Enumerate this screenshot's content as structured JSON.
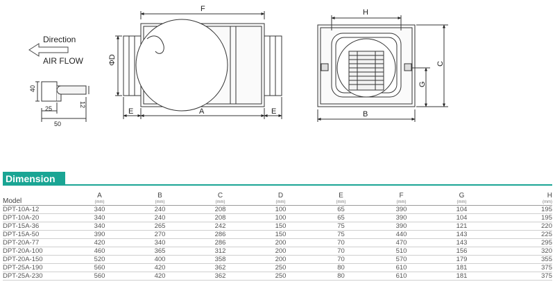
{
  "drawing": {
    "direction_label": "Direction",
    "airflow_label": "AIR FLOW",
    "dims": {
      "F": "F",
      "A": "A",
      "E": "E",
      "D": "ΦD",
      "H": "H",
      "B": "B",
      "C": "C",
      "G": "G",
      "d40": "40",
      "d25": "25",
      "d50": "50",
      "d12": "12"
    }
  },
  "section": {
    "title": "Dimension"
  },
  "table": {
    "model_label": "Model",
    "unit": "(mm)",
    "columns": [
      "A",
      "B",
      "C",
      "D",
      "E",
      "F",
      "G",
      "H"
    ],
    "rows": [
      [
        "DPT-10A-12",
        "340",
        "240",
        "208",
        "100",
        "65",
        "390",
        "104",
        "195"
      ],
      [
        "DPT-10A-20",
        "340",
        "240",
        "208",
        "100",
        "65",
        "390",
        "104",
        "195"
      ],
      [
        "DPT-15A-36",
        "340",
        "265",
        "242",
        "150",
        "75",
        "390",
        "121",
        "220"
      ],
      [
        "DPT-15A-50",
        "390",
        "270",
        "286",
        "150",
        "75",
        "440",
        "143",
        "225"
      ],
      [
        "DPT-20A-77",
        "420",
        "340",
        "286",
        "200",
        "70",
        "470",
        "143",
        "295"
      ],
      [
        "DPT-20A-100",
        "460",
        "365",
        "312",
        "200",
        "70",
        "510",
        "156",
        "320"
      ],
      [
        "DPT-20A-150",
        "520",
        "400",
        "358",
        "200",
        "70",
        "570",
        "179",
        "355"
      ],
      [
        "DPT-25A-190",
        "560",
        "420",
        "362",
        "250",
        "80",
        "610",
        "181",
        "375"
      ],
      [
        "DPT-25A-230",
        "560",
        "420",
        "362",
        "250",
        "80",
        "610",
        "181",
        "375"
      ]
    ]
  }
}
